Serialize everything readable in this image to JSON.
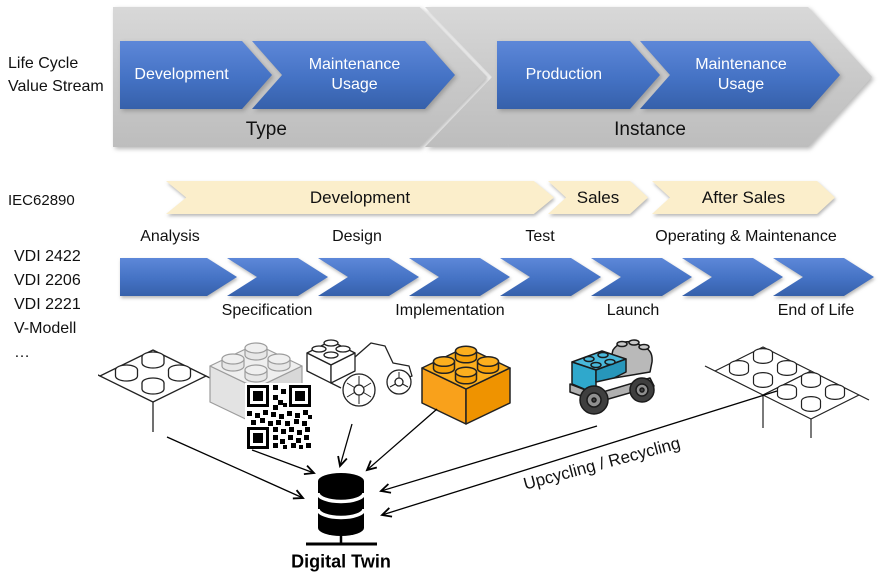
{
  "lifecycle": {
    "label_line1": "Life Cycle",
    "label_line2": "Value Stream",
    "type_group": {
      "caption": "Type",
      "stages": [
        "Development",
        "Maintenance Usage"
      ]
    },
    "instance_group": {
      "caption": "Instance",
      "stages": [
        "Production",
        "Maintenance Usage"
      ]
    }
  },
  "iec62890": {
    "label": "IEC62890",
    "phases": [
      "Development",
      "Sales",
      "After Sales"
    ]
  },
  "process_models": {
    "standards": [
      "VDI 2422",
      "VDI 2206",
      "VDI 2221",
      "V-Modell",
      "…"
    ],
    "phases_top": [
      "Analysis",
      "Design",
      "Test",
      "Operating & Maintenance"
    ],
    "phases_bottom": [
      "Specification",
      "Implementation",
      "Launch",
      "End of Life"
    ]
  },
  "artifacts": {
    "analysis_icon": "lego-plate-wireframe-icon",
    "specification_icon": "lego-brick-gray-icon",
    "qr_icon": "qr-code-icon",
    "design_icon": "lego-car-wireframe-icon",
    "implementation_icon": "lego-brick-orange-icon",
    "usage_icon": "lego-car-colored-icon",
    "end_of_life_icon": "lego-plates-wireframe-icon"
  },
  "digital_twin": {
    "label": "Digital Twin",
    "icon": "database-icon"
  },
  "recycling": {
    "label": "Upcycling / Recycling"
  },
  "colors": {
    "accent_blue": "#4472C4",
    "gray_arrow": "#C6C6C6",
    "cream_band": "#FBEECB",
    "orange_brick": "#F9A11B",
    "teal_car": "#2FA8CC"
  }
}
